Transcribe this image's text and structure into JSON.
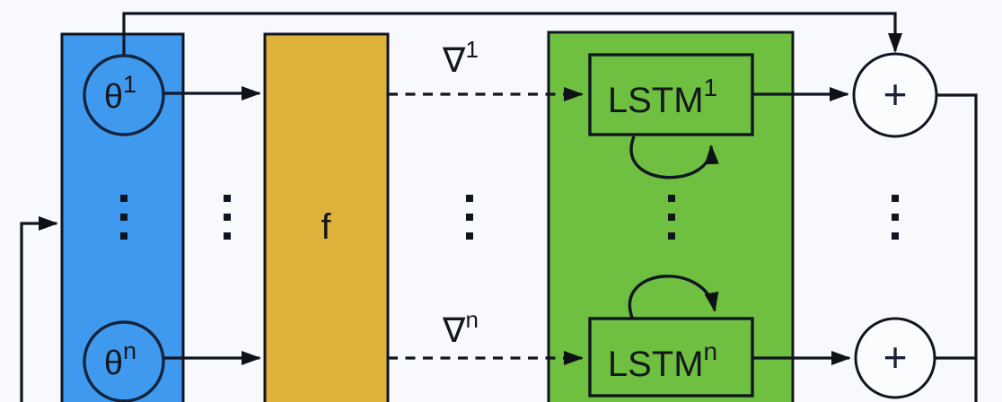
{
  "colors": {
    "background": "#F7F9FC",
    "parameter_box": "#3F9AEF",
    "function_box": "#DFB23C",
    "optimizer_box": "#6FC040",
    "lstm_box": "#6FC040",
    "sum_node_fill": "#FBFCFE",
    "line": "#101520"
  },
  "nodes": {
    "theta_1": {
      "base": "θ",
      "sup": "1"
    },
    "theta_n": {
      "base": "θ",
      "sup": "n"
    },
    "function": "f",
    "gradient_1": {
      "base": "∇",
      "sup": "1"
    },
    "gradient_n": {
      "base": "∇",
      "sup": "n"
    },
    "lstm_1": {
      "base": "LSTM",
      "sup": "1"
    },
    "lstm_n": {
      "base": "LSTM",
      "sup": "n"
    },
    "sum_1": "+",
    "sum_n": "+"
  },
  "icons": {
    "ellipsis": "⋮",
    "arrowhead": "solid-triangle"
  }
}
